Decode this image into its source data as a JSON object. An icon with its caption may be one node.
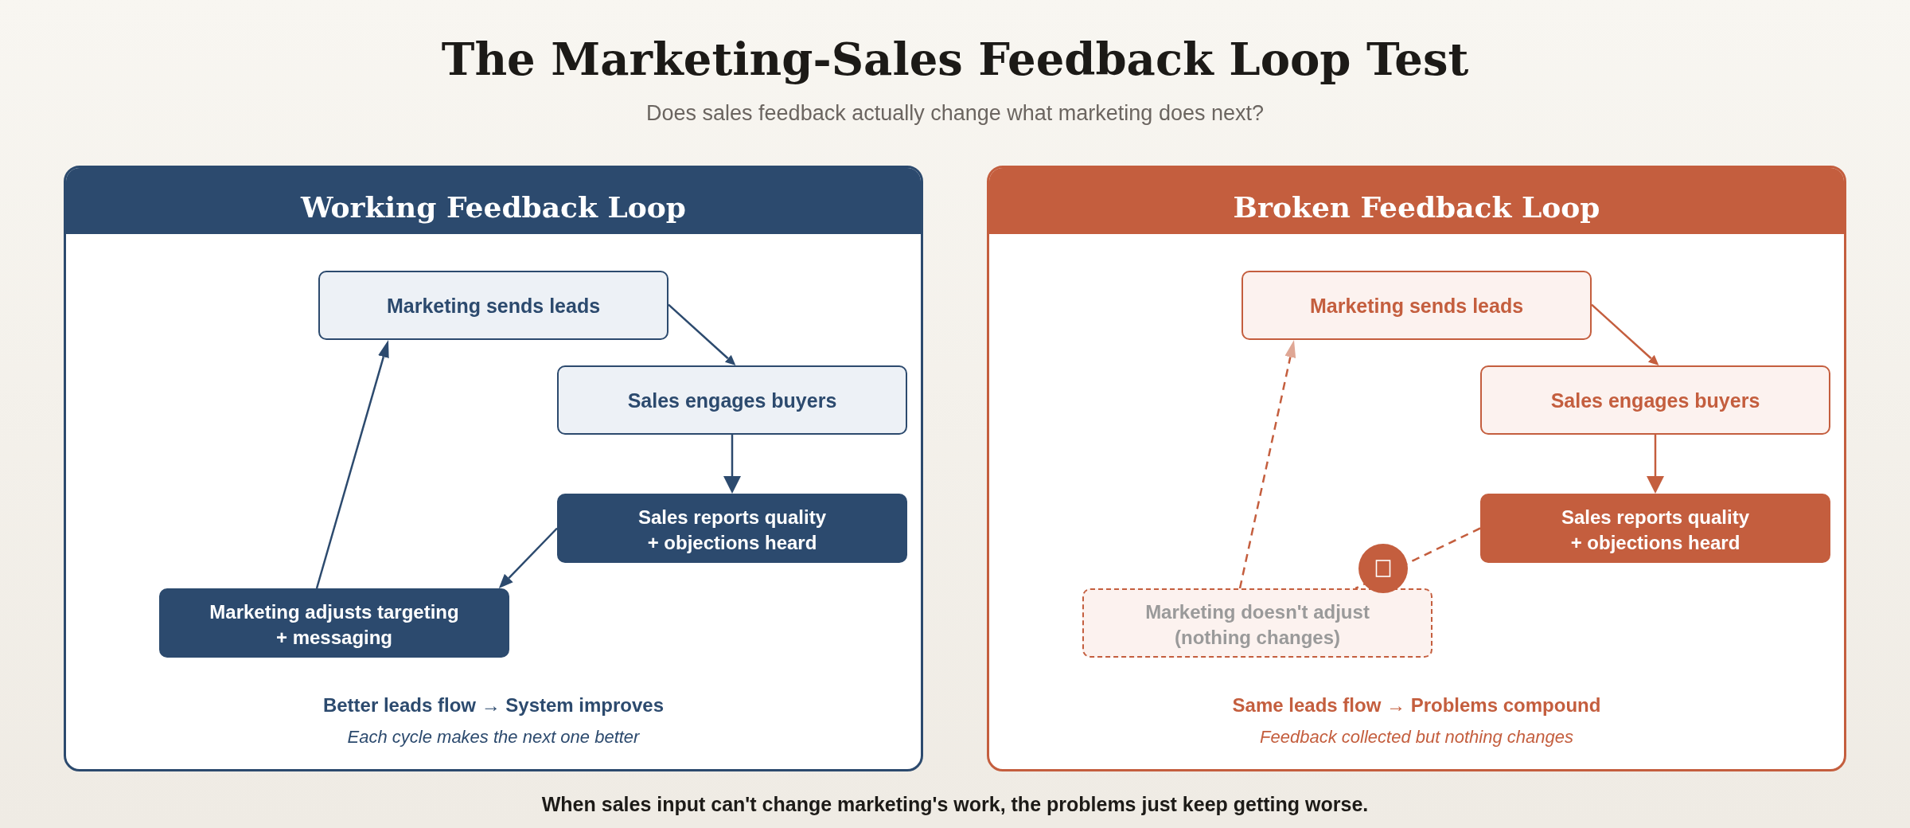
{
  "diagram": {
    "title": "The Marketing-Sales Feedback Loop Test",
    "caption": "When sales input can't change marketing's work, the problems just keep getting worse.",
    "nodes": [
      {
        "text": [
          "Working Feedback Loop",
          "Better leads flow → System improves",
          "Each cycle makes the next one better"
        ]
      },
      {
        "text": [
          "Marketing sends leads"
        ],
        "in": 0
      },
      {
        "text": [
          "Sales engages buyers"
        ],
        "in": 0
      },
      {
        "text": [
          "Sales reports quality + objections heard"
        ],
        "in": 0
      },
      {
        "text": [
          "Marketing adjusts targeting + messaging"
        ],
        "in": 0
      },
      {
        "text": [
          "Broken Feedback Loop",
          "Same leads flow → Problems compound",
          "Feedback collected but nothing changes"
        ]
      },
      {
        "text": [
          "Marketing sends leads"
        ],
        "in": 5
      },
      {
        "text": [
          "Sales engages buyers"
        ],
        "in": 5
      },
      {
        "text": [
          "Sales reports quality + objections heard"
        ],
        "in": 5
      },
      {
        "text": [
          "Marketing doesn't adjust (nothing changes)"
        ],
        "in": 5
      }
    ],
    "edges": [
      {
        "from": 1,
        "to": 2,
        "arrow": "to",
        "color": "#2c4a6e"
      },
      {
        "from": 2,
        "to": 3,
        "arrow": "to",
        "color": "#2c4a6e"
      },
      {
        "from": 3,
        "to": 4,
        "arrow": "to",
        "color": "#2c4a6e"
      },
      {
        "from": 4,
        "to": 1,
        "arrow": "to",
        "color": "#2c4a6e"
      },
      {
        "from": 6,
        "to": 7,
        "arrow": "to",
        "color": "#c45e3e"
      },
      {
        "from": 7,
        "to": 8,
        "arrow": "to",
        "color": "#c45e3e"
      },
      {
        "from": 8,
        "to": 9,
        "arrow": "none",
        "style": "dashed",
        "color": "#c45e3e"
      },
      {
        "from": 9,
        "to": 6,
        "arrow": "to",
        "style": "dashed",
        "color": "#c45e3e"
      }
    ],
    "labels": [
      "Does sales feedback actually change what marketing does next?"
    ]
  }
}
